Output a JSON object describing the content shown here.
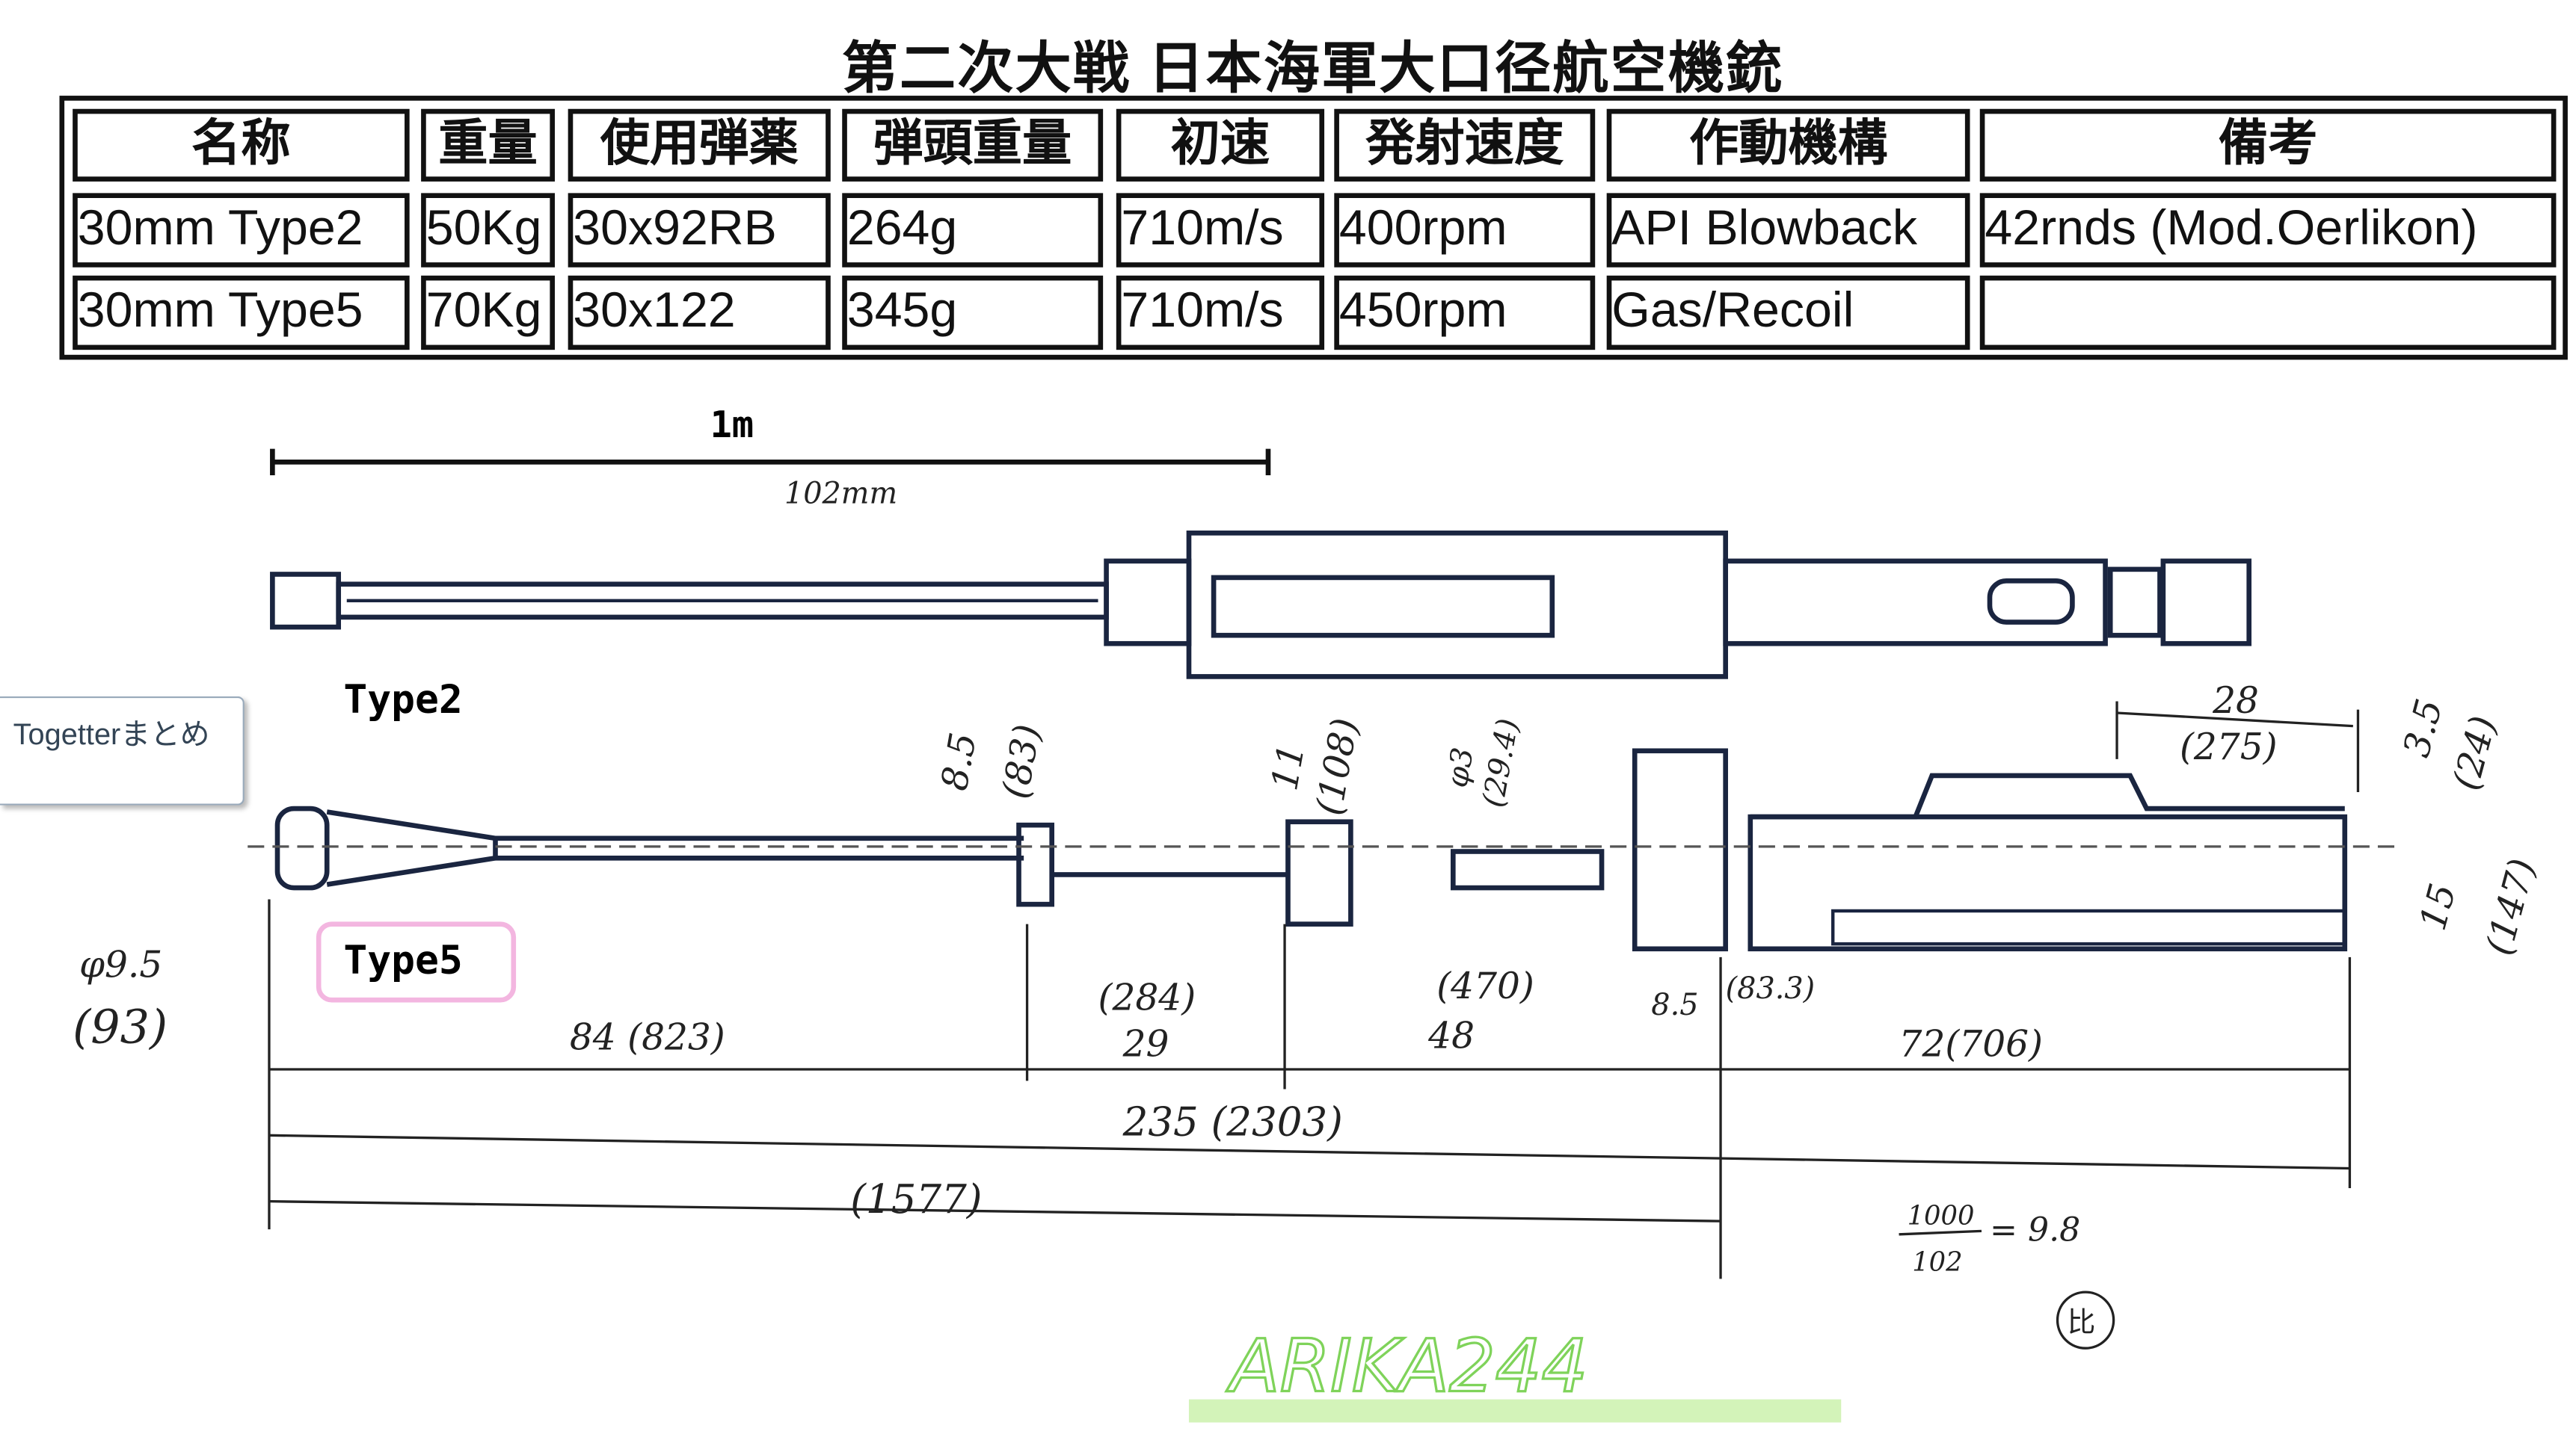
{
  "title": "第二次大戦 日本海軍大口径航空機銃",
  "table": {
    "headers": [
      "名称",
      "重量",
      "使用弾薬",
      "弾頭重量",
      "初速",
      "発射速度",
      "作動機構",
      "備考"
    ],
    "rows": [
      [
        "30mm Type2",
        "50Kg",
        "30x92RB",
        "264g",
        "710m/s",
        "400rpm",
        "API Blowback",
        "42rnds (Mod.Oerlikon)"
      ],
      [
        "30mm Type5",
        "70Kg",
        "30x122",
        "345g",
        "710m/s",
        "450rpm",
        "Gas/Recoil",
        ""
      ]
    ]
  },
  "scale": {
    "label": "1m",
    "note": "102mm"
  },
  "labels": {
    "type2": "Type2",
    "type5": "Type5"
  },
  "tag": "Togetterまとめ",
  "annotations": {
    "muzzle": "φ9.5",
    "muzzle_mm": "(93)",
    "d1": "8.5",
    "d1_mm": "(83)",
    "d2": "11",
    "d2_mm": "(108)",
    "d3": "φ3",
    "d3_mm": "(29.4)",
    "top_len": "28",
    "top_len_mm": "(275)",
    "r1": "3.5",
    "r1_mm": "(24)",
    "r2": "15",
    "r2_mm": "(147)",
    "l1": "84 (823)",
    "l2_mm": "(284)",
    "l2": "29",
    "l3_mm": "(470)",
    "l3": "48",
    "l4": "8.5",
    "l4_mm": "(83.3)",
    "l5": "72(706)",
    "total": "235 (2303)",
    "sub": "(1577)",
    "ratio_num": "1000",
    "ratio_den": "102",
    "ratio_val": "= 9.8",
    "circled": "比"
  },
  "signature": "ARIKA244",
  "colors": {
    "ink": "#111111",
    "drawing": "#1a2540",
    "pink": "#f3b6e0",
    "green": "#7fd35a"
  }
}
